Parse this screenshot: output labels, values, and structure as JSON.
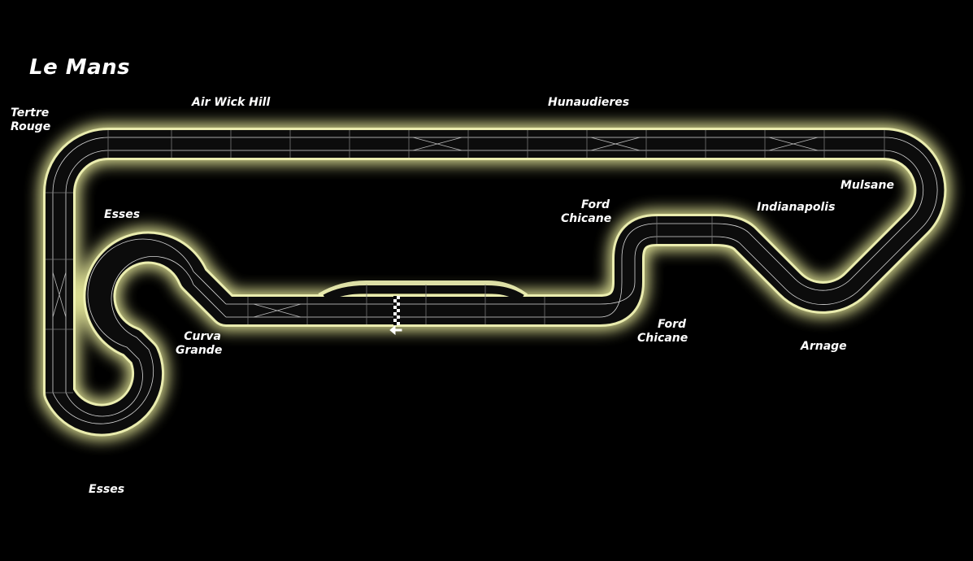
{
  "title": "Le Mans",
  "labels": {
    "tertre_rouge": [
      "Tertre",
      "Rouge"
    ],
    "air_wick_hill": "Air Wick Hill",
    "hunaudieres": "Hunaudieres",
    "mulsane": "Mulsane",
    "indianapolis": "Indianapolis",
    "ford_chicane_top": [
      "Ford",
      "Chicane"
    ],
    "ford_chicane_bottom": [
      "Ford",
      "Chicane"
    ],
    "arnage": "Arnage",
    "esses_top": "Esses",
    "curva_grande": [
      "Curva",
      "Grande"
    ],
    "esses_bottom": "Esses"
  },
  "colors": {
    "background": "#000000",
    "glow": "#e8ea9a",
    "track": "#0c0c0c",
    "lane": "#d8d8d8"
  }
}
